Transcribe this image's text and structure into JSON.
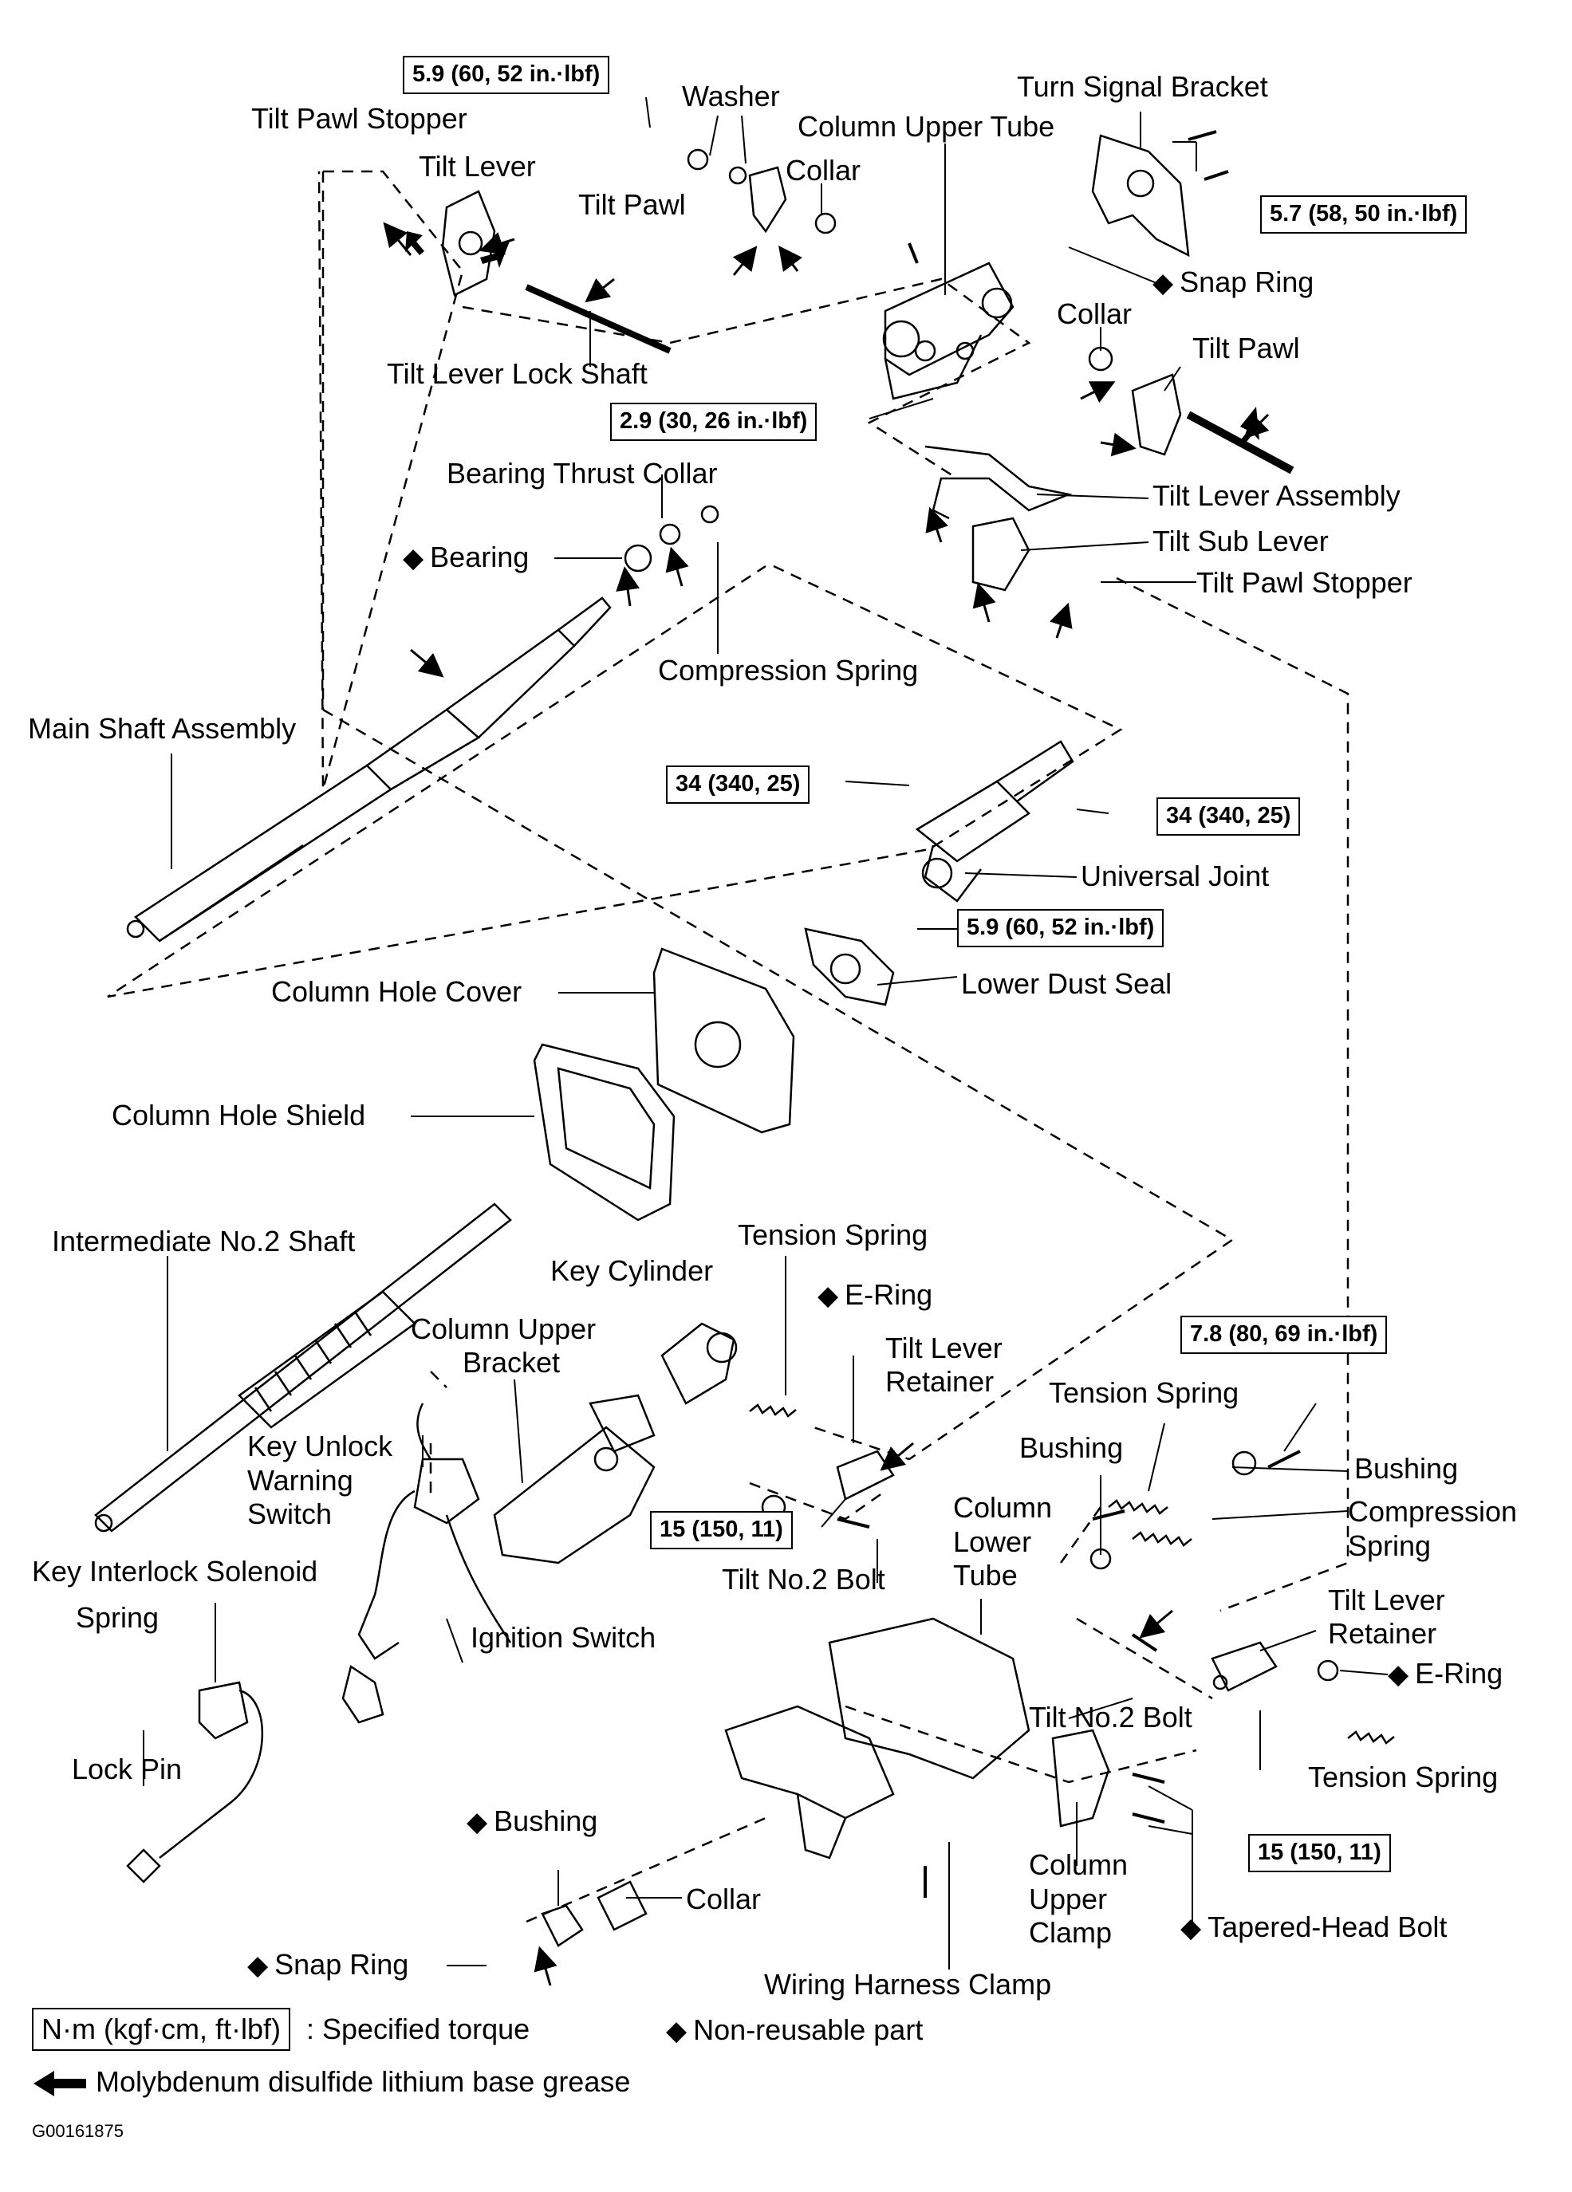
{
  "labels": {
    "tilt_pawl_stopper_top": "Tilt Pawl Stopper",
    "tilt_lever": "Tilt Lever",
    "washer": "Washer",
    "column_upper_tube": "Column Upper Tube",
    "turn_signal_bracket": "Turn Signal Bracket",
    "tilt_pawl_top": "Tilt Pawl",
    "collar_top": "Collar",
    "snap_ring_top": "Snap Ring",
    "collar_mid": "Collar",
    "tilt_pawl_right": "Tilt Pawl",
    "tilt_lever_lock_shaft": "Tilt Lever Lock Shaft",
    "bearing_thrust_collar": "Bearing Thrust Collar",
    "tilt_lever_assembly": "Tilt Lever Assembly",
    "bearing": "Bearing",
    "tilt_sub_lever": "Tilt Sub Lever",
    "tilt_pawl_stopper_right": "Tilt Pawl Stopper",
    "compression_spring_top": "Compression Spring",
    "main_shaft_assembly": "Main Shaft Assembly",
    "universal_joint": "Universal Joint",
    "lower_dust_seal": "Lower Dust Seal",
    "column_hole_cover": "Column Hole Cover",
    "column_hole_shield": "Column Hole Shield",
    "intermediate_no2_shaft": "Intermediate No.2 Shaft",
    "tension_spring_mid": "Tension Spring",
    "key_cylinder": "Key Cylinder",
    "e_ring_mid": "E-Ring",
    "column_upper_bracket_1": "Column Upper",
    "column_upper_bracket_2": "Bracket",
    "tilt_lever_retainer_mid_1": "Tilt Lever",
    "tilt_lever_retainer_mid_2": "Retainer",
    "tension_spring_right": "Tension Spring",
    "bushing_mid": "Bushing",
    "bushing_right": "Bushing",
    "key_unlock_1": "Key Unlock",
    "key_unlock_2": "Warning",
    "key_unlock_3": "Switch",
    "column_lower_tube_1": "Column",
    "column_lower_tube_2": "Lower",
    "column_lower_tube_3": "Tube",
    "compression_spring_right_1": "Compression",
    "compression_spring_right_2": "Spring",
    "key_interlock_solenoid": "Key Interlock Solenoid",
    "tilt_no2_bolt_mid": "Tilt No.2 Bolt",
    "tilt_lever_retainer_right_1": "Tilt Lever",
    "tilt_lever_retainer_right_2": "Retainer",
    "spring": "Spring",
    "ignition_switch": "Ignition Switch",
    "e_ring_right": "E-Ring",
    "tilt_no2_bolt_right": "Tilt No.2 Bolt",
    "lock_pin": "Lock Pin",
    "tension_spring_low": "Tension Spring",
    "bushing_low": "Bushing",
    "column_upper_clamp_1": "Column",
    "column_upper_clamp_2": "Upper",
    "column_upper_clamp_3": "Clamp",
    "collar_low": "Collar",
    "tapered_head_bolt": "Tapered-Head Bolt",
    "snap_ring_low": "Snap Ring",
    "wiring_harness_clamp": "Wiring Harness Clamp"
  },
  "torques": {
    "t1": "5.9 (60, 52 in.·lbf)",
    "t2": "5.7 (58, 50 in.·lbf)",
    "t3": "2.9 (30, 26 in.·lbf)",
    "t4": "34 (340, 25)",
    "t5": "34 (340, 25)",
    "t6": "5.9 (60, 52 in.·lbf)",
    "t7": "7.8 (80, 69 in.·lbf)",
    "t8": "15 (150, 11)",
    "t9": "15 (150, 11)"
  },
  "legend": {
    "torque_unit": "N·m (kgf·cm, ft·lbf)",
    "torque_desc": ": Specified torque",
    "nonreusable_desc": "Non-reusable part",
    "grease_desc": "Molybdenum disulfide lithium base grease"
  },
  "figure_code": "G00161875",
  "symbols": {
    "nonreusable": "◆",
    "grease": "arrow-icon"
  }
}
